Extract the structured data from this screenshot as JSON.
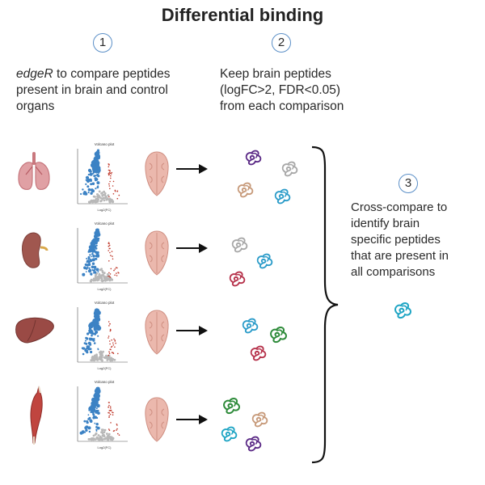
{
  "title": "Differential binding",
  "steps": [
    {
      "number": "1",
      "emph": "edgeR",
      "text_after": " to compare peptides",
      "lines": [
        "present in brain and control",
        "organs"
      ]
    },
    {
      "number": "2",
      "lines": [
        "Keep brain peptides",
        "(logFC>2, FDR<0.05)",
        "from each comparison"
      ]
    },
    {
      "number": "3",
      "lines": [
        "Cross-compare to",
        "identify brain",
        "specific peptides",
        "that are present in",
        "all comparisons"
      ]
    }
  ],
  "volcano": {
    "title": "Volcano plot",
    "xlabel": "Log2(FC)"
  },
  "organs": [
    {
      "icon": "lungs-icon",
      "color": "#d98a8f"
    },
    {
      "icon": "kidney-icon",
      "color": "#a0574f"
    },
    {
      "icon": "liver-icon",
      "color": "#9a4a45"
    },
    {
      "icon": "muscle-icon",
      "color": "#c0453f"
    }
  ],
  "colors": {
    "blue_points": "#3c82c4",
    "red_points": "#c0392b",
    "grey_points": "#b8b8b8",
    "brain": "#e7b1a5",
    "step_circle": "#5b8fc7",
    "peptide_purple": "#5b2a86",
    "peptide_grey": "#a8a8a8",
    "peptide_tan": "#c79a7a",
    "peptide_blue": "#2c9cc9",
    "peptide_red": "#b6324b",
    "peptide_green": "#2e8b3a",
    "peptide_cyan": "#1fa5c4"
  }
}
